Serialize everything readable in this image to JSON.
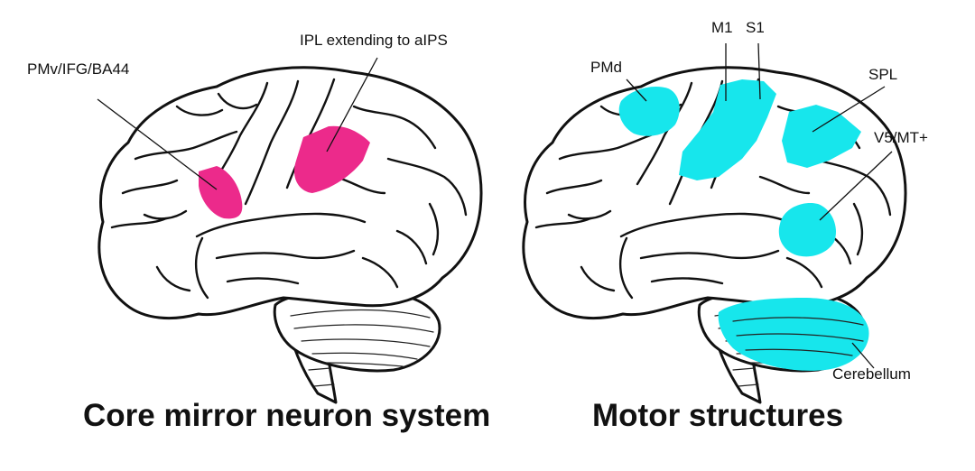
{
  "panels": [
    {
      "caption": "Core mirror neuron system",
      "highlight_color": "#ec2a8b",
      "regions": [
        {
          "label": "PMv/IFG/BA44"
        },
        {
          "label": "IPL extending to aIPS"
        }
      ]
    },
    {
      "caption": "Motor structures",
      "highlight_color": "#17e6ec",
      "regions": [
        {
          "label": "PMd"
        },
        {
          "label": "M1"
        },
        {
          "label": "S1"
        },
        {
          "label": "SPL"
        },
        {
          "label": "V5/MT+"
        },
        {
          "label": "Cerebellum"
        }
      ]
    }
  ]
}
